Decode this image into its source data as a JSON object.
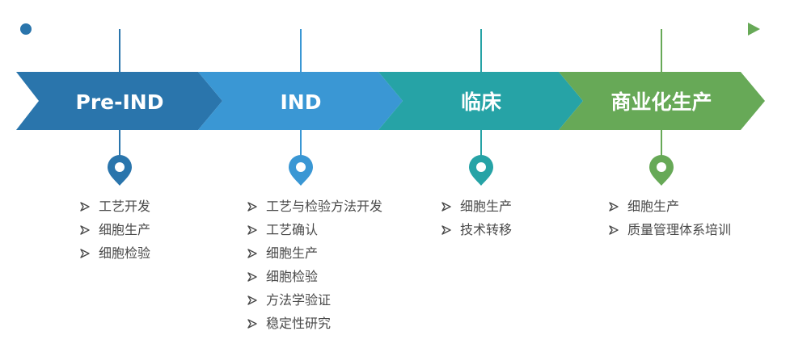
{
  "colors": {
    "stage1": "#2a75ac",
    "stage2": "#3a97d4",
    "stage3": "#26a3a6",
    "stage4": "#67a957",
    "text": "#4a4a4a"
  },
  "stages": [
    {
      "label": "Pre-IND",
      "items": [
        "工艺开发",
        "细胞生产",
        "细胞检验"
      ]
    },
    {
      "label": "IND",
      "items": [
        "工艺与检验方法开发",
        "工艺确认",
        "细胞生产",
        "细胞检验",
        "方法学验证",
        "稳定性研究"
      ]
    },
    {
      "label": "临床",
      "items": [
        "细胞生产",
        "技术转移"
      ]
    },
    {
      "label": "商业化生产",
      "items": [
        "细胞生产",
        "质量管理体系培训"
      ]
    }
  ]
}
